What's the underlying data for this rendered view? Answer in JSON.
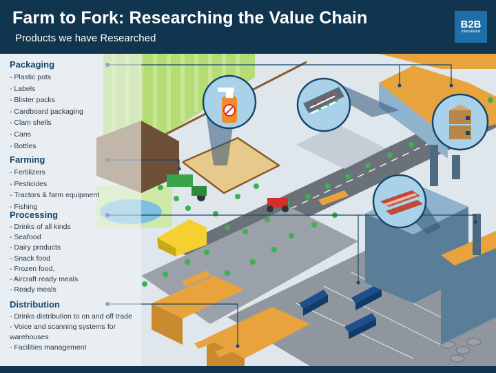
{
  "header": {
    "title": "Farm to Fork: Researching the Value Chain",
    "subtitle": "Products we have Researched",
    "logo_text": "B2B",
    "logo_subtext": "International"
  },
  "colors": {
    "header_bg": "#12354f",
    "section_title": "#15456b",
    "building_roof": "#e8a33d",
    "truck_blue": "#1c4f8c",
    "field_green": "#a7d36a"
  },
  "sections": {
    "packaging": {
      "title": "Packaging",
      "items": [
        "- Plastic pots",
        "- Labels",
        "- Blister packs",
        "- Cardboard packaging",
        "- Clam shells",
        "- Cans",
        "- Bottles"
      ]
    },
    "farming": {
      "title": "Farming",
      "items": [
        "- Fertilizers",
        "- Pesticides",
        "- Tractors & farm equipment",
        "- Fishing"
      ]
    },
    "processing": {
      "title": "Processing",
      "items": [
        "- Drinks of all kinds",
        "- Seafood",
        "- Dairy products",
        "- Snack food",
        "- Frozen food,",
        "- Aircraft ready meals",
        "- Ready meals"
      ]
    },
    "distribution": {
      "title": "Distribution",
      "items": [
        "- Drinks distribution to on and off trade",
        "- Voice and scanning systems for warehouses",
        "- Facilities management"
      ]
    }
  },
  "icons": [
    "spray-bottle-icon",
    "supermarket-shelves-icon",
    "cardboard-boxes-icon",
    "packaged-food-trays-icon"
  ]
}
